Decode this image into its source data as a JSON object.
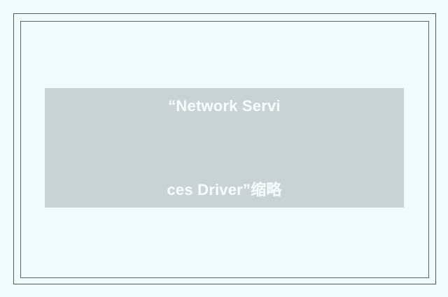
{
  "page": {
    "background_color": "#f0fcfc",
    "frame": {
      "outer_border_color": "#4d5d5d",
      "inner_border_color": "#566666"
    }
  },
  "placeholder": {
    "background_color": "#c9d3d3",
    "text_color": "#f7fbfb",
    "caption_full": "“Network Services Driver”缩略",
    "caption_lines": [
      "“Network Servi",
      "ces Driver”缩略"
    ]
  }
}
